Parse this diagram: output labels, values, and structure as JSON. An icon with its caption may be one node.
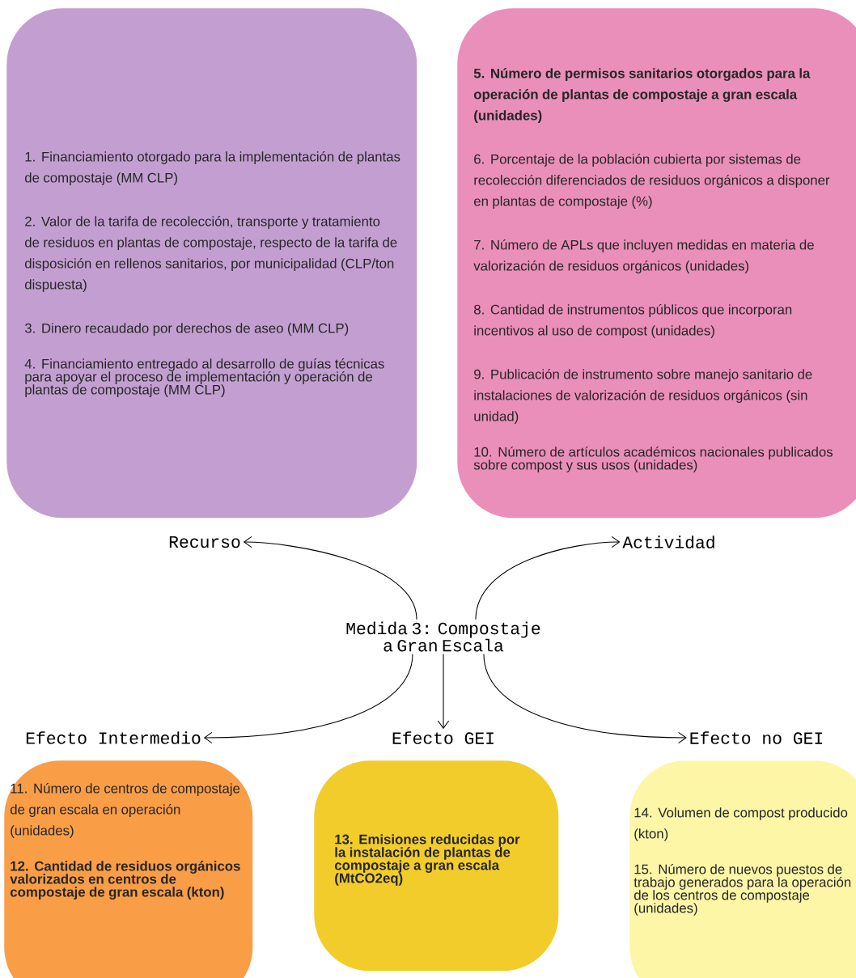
{
  "diagram": {
    "nodes": [
      {
        "text": [
          "1. Financiamiento otorgado para la implementación de plantas de compostaje (MM CLP)",
          "2. Valor de la tarifa de recolección, transporte y tratamiento de residuos en plantas de compostaje, respecto de la tarifa de disposición en rellenos sanitarios, por municipalidad (CLP/ton dispuesta)",
          "3. Dinero recaudado por derechos de aseo (MM CLP)",
          "4. Financiamiento entregado al desarrollo de guías técnicas para apoyar el proceso de implementación y operación de plantas de compostaje (MM CLP)"
        ]
      },
      {
        "text": [
          "5. Número de permisos sanitarios otorgados para la operación de plantas de compostaje a gran escala (unidades)",
          "6. Porcentaje de la población cubierta por sistemas de recolección diferenciados de residuos orgánicos a disponer en plantas de compostaje (%)",
          "7. Número de APLs que incluyen medidas en materia de valorización de residuos orgánicos (unidades)",
          "8. Cantidad de instrumentos públicos que incorporan incentivos al uso de compost (unidades)",
          "9. Publicación de instrumento sobre manejo sanitario de instalaciones de valorización de residuos orgánicos (sin unidad)",
          "10. Número de artículos académicos nacionales publicados sobre compost y sus usos (unidades)"
        ]
      },
      {
        "text": [
          "Recurso"
        ]
      },
      {
        "text": [
          "Actividad"
        ]
      },
      {
        "text": [
          "Medida 3: Compostaje a Gran Escala"
        ]
      },
      {
        "text": [
          "Efecto Intermedio"
        ]
      },
      {
        "text": [
          "Efecto GEI"
        ]
      },
      {
        "text": [
          "Efecto no GEI"
        ]
      },
      {
        "text": [
          "11. Número de centros de compostaje de gran escala en operación (unidades)",
          "12. Cantidad de residuos orgánicos valorizados en centros de compostaje de gran escala (kton)"
        ]
      },
      {
        "text": [
          "13. Emisiones reducidas por la instalación de plantas de compostaje a gran escala (MtCO2eq)"
        ]
      },
      {
        "text": [
          "14. Volumen de compost producido (kton)",
          "15. Número de nuevos puestos de trabajo generados para la operación de los centros de compostaje (unidades)"
        ]
      }
    ],
    "edges": [
      {
        "from": 4,
        "to": 2,
        "arrow": "to"
      },
      {
        "from": 4,
        "to": 3,
        "arrow": "to"
      },
      {
        "from": 4,
        "to": 5,
        "arrow": "to"
      },
      {
        "from": 4,
        "to": 6,
        "arrow": "to"
      },
      {
        "from": 4,
        "to": 7,
        "arrow": "to"
      }
    ]
  }
}
